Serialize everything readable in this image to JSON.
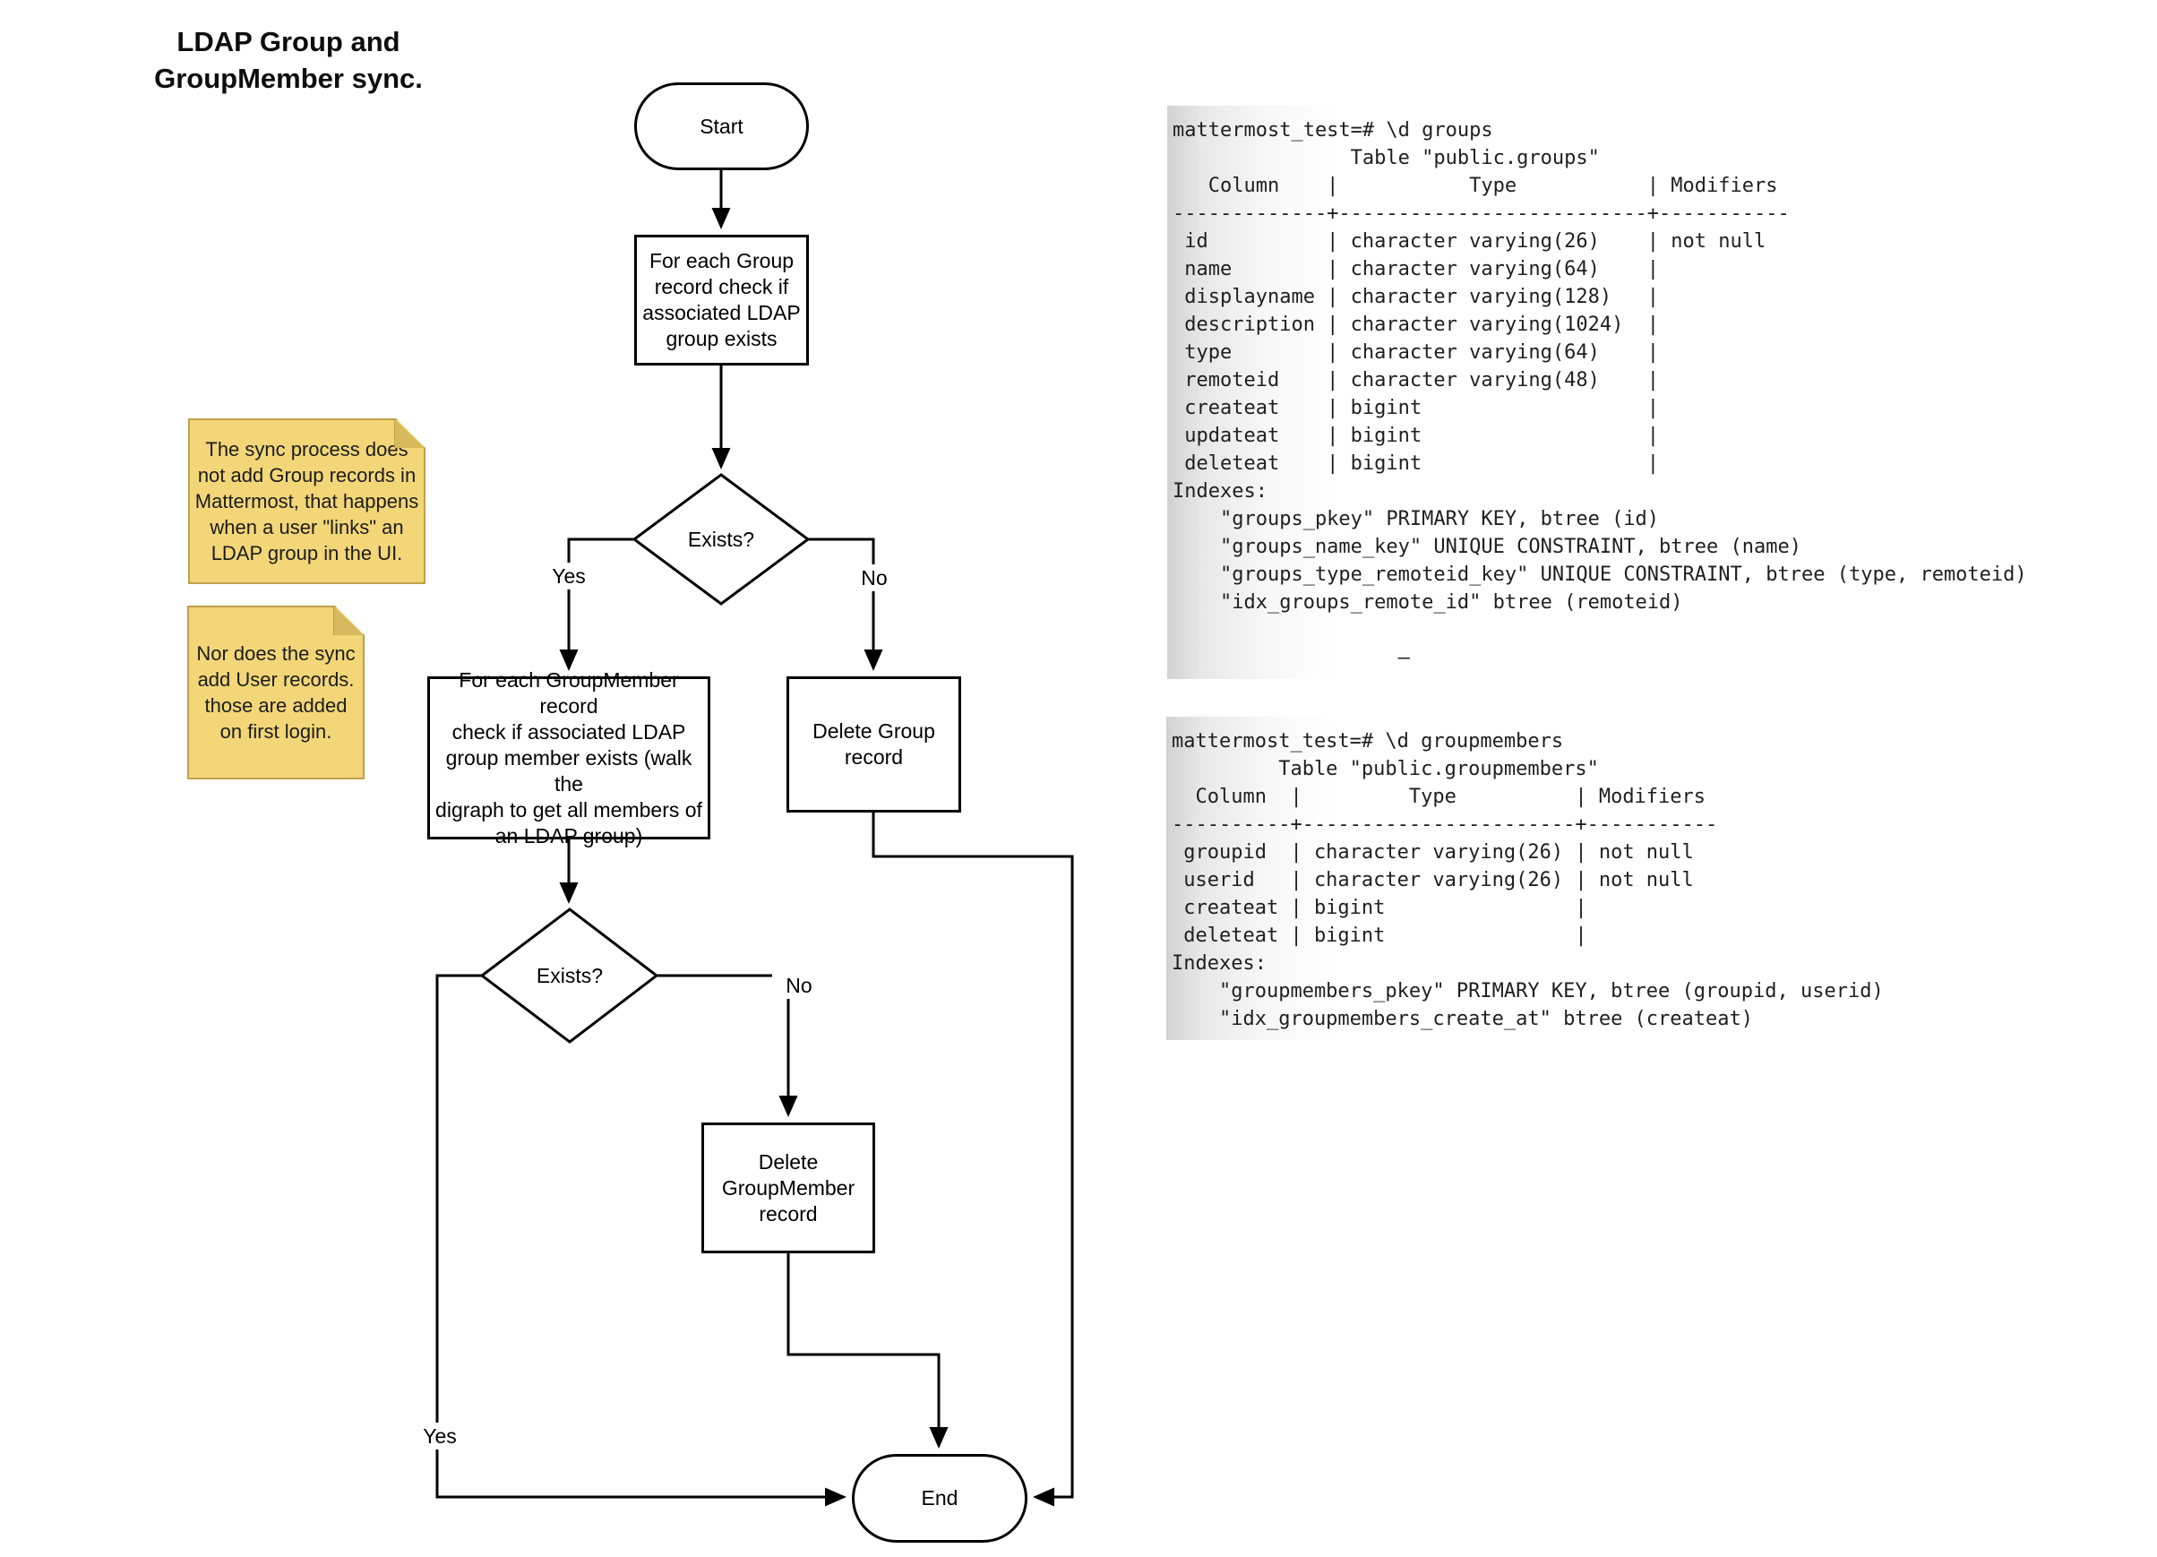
{
  "title": {
    "lines": [
      "LDAP Group and",
      "GroupMember sync."
    ]
  },
  "flowchart": {
    "start_label": "Start",
    "end_label": "End",
    "box_check_group": {
      "lines": [
        "For each Group",
        "record check if",
        "associated LDAP",
        "group exists"
      ]
    },
    "decision_group_exists": "Exists?",
    "decision_member_exists": "Exists?",
    "box_check_member": {
      "lines": [
        "For each GroupMember record",
        "check if associated LDAP",
        "group member exists (walk the",
        "digraph to get all members of",
        "an LDAP group)"
      ]
    },
    "box_delete_group": {
      "lines": [
        "Delete Group",
        "record"
      ]
    },
    "box_delete_member": {
      "lines": [
        "Delete",
        "GroupMember",
        "record"
      ]
    },
    "label_yes_group": "Yes",
    "label_no_group": "No",
    "label_yes_member": "Yes",
    "label_no_member": "No"
  },
  "notes": {
    "note_group_sync": {
      "lines": [
        "The sync process does",
        "not add Group records in",
        "Mattermost, that happens",
        "when a user \"links\" an",
        "LDAP group in the UI."
      ]
    },
    "note_user_sync": {
      "lines": [
        "Nor does the sync",
        "add User records.",
        "those are added",
        "on first login."
      ]
    }
  },
  "terminals": {
    "groups": {
      "lines": [
        "mattermost_test=# \\d groups",
        "               Table \"public.groups\"",
        "   Column    |           Type           | Modifiers",
        "-------------+--------------------------+-----------",
        " id          | character varying(26)    | not null",
        " name        | character varying(64)    | ",
        " displayname | character varying(128)   | ",
        " description | character varying(1024)  | ",
        " type        | character varying(64)    | ",
        " remoteid    | character varying(48)    | ",
        " createat    | bigint                   | ",
        " updateat    | bigint                   | ",
        " deleteat    | bigint                   | ",
        "Indexes:",
        "    \"groups_pkey\" PRIMARY KEY, btree (id)",
        "    \"groups_name_key\" UNIQUE CONSTRAINT, btree (name)",
        "    \"groups_type_remoteid_key\" UNIQUE CONSTRAINT, btree (type, remoteid)",
        "    \"idx_groups_remote_id\" btree (remoteid)",
        "",
        "                   –"
      ]
    },
    "groupmembers": {
      "lines": [
        "mattermost_test=# \\d groupmembers",
        "         Table \"public.groupmembers\"",
        "  Column  |         Type          | Modifiers",
        "----------+-----------------------+-----------",
        " groupid  | character varying(26) | not null",
        " userid   | character varying(26) | not null",
        " createat | bigint                | ",
        " deleteat | bigint                | ",
        "Indexes:",
        "    \"groupmembers_pkey\" PRIMARY KEY, btree (groupid, userid)",
        "    \"idx_groupmembers_create_at\" btree (createat)"
      ]
    }
  },
  "colors": {
    "note_fill": "#F2D678",
    "note_fold": "#D8BA5E",
    "note_border": "#BFA04D",
    "line": "#000000",
    "terminal_text": "#1f1f1f"
  }
}
